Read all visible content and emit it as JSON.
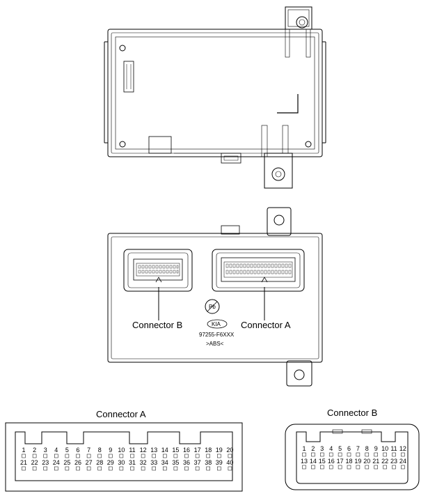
{
  "diagram": {
    "module_labels": {
      "connector_b": "Connector B",
      "connector_a": "Connector A"
    },
    "markings": {
      "pb_symbol": "Pb",
      "brand": "KIA",
      "part_number": "97255-F6XXX",
      "material": ">ABS<"
    },
    "connector_a": {
      "title": "Connector A",
      "row1": [
        "1",
        "2",
        "3",
        "4",
        "5",
        "6",
        "7",
        "8",
        "9",
        "10",
        "11",
        "12",
        "13",
        "14",
        "15",
        "16",
        "17",
        "18",
        "19",
        "20"
      ],
      "row2": [
        "21",
        "22",
        "23",
        "24",
        "25",
        "26",
        "27",
        "28",
        "29",
        "30",
        "31",
        "32",
        "33",
        "34",
        "35",
        "36",
        "37",
        "38",
        "39",
        "40"
      ]
    },
    "connector_b": {
      "title": "Connector B",
      "row1": [
        "1",
        "2",
        "3",
        "4",
        "5",
        "6",
        "7",
        "8",
        "9",
        "10",
        "11",
        "12"
      ],
      "row2": [
        "13",
        "14",
        "15",
        "16",
        "17",
        "18",
        "19",
        "20",
        "21",
        "22",
        "23",
        "24"
      ]
    }
  }
}
